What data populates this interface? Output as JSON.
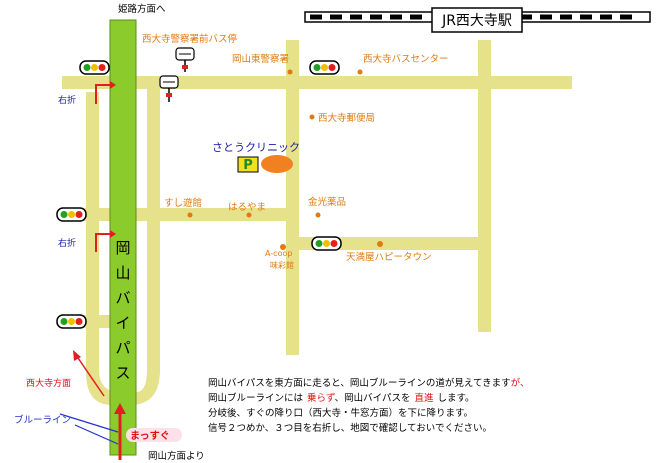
{
  "station": {
    "name": "JR西大寺駅"
  },
  "directions": {
    "top": "姫路方面へ",
    "bottom": "岡山方面より",
    "left_turn_upper": "右折",
    "left_turn_lower": "右折",
    "saidaiji": "西大寺方面",
    "blue_line": "ブルーライン",
    "straight": "まっすぐ"
  },
  "bypass_label": [
    "岡",
    "山",
    "バ",
    "イ",
    "パ",
    "ス"
  ],
  "landmarks": {
    "bus_stop_police": "西大寺警察署前バス停",
    "police": "岡山東警察署",
    "bus_center": "西大寺バスセンター",
    "post_office": "西大寺郵便局",
    "clinic": "さとうクリニック",
    "parking": "P",
    "sushi": "すし遊館",
    "haruyama": "はるやま",
    "pharmacy": "金光薬品",
    "acoop_1": "A-coop",
    "acoop_2": "味彩館",
    "tenmaya": "天満屋ハピータウン"
  },
  "notes": {
    "line1": "岡山バイパスを東方面に走ると、岡山ブルーラインの道が見えてきます",
    "line1_comma": "が、",
    "line2_a": "岡山ブルーラインには",
    "line2_b": "乗らず",
    "line2_c": "、岡山バイパスを",
    "line2_d": "直進",
    "line2_e": "します。",
    "line3": "分岐後、すぐの降り口（西大寺・牛窓方面）を下に降ります。",
    "line4": "信号２つめか、３つ目を右折し、地図で確認しておいでください。"
  },
  "colors": {
    "road": "#e6e28c",
    "bypass": "#8ccb2c",
    "label_orange": "#e07a10",
    "clinic_blue": "#1a1aa6",
    "red": "#e01010",
    "blue_line": "#2233cc"
  }
}
